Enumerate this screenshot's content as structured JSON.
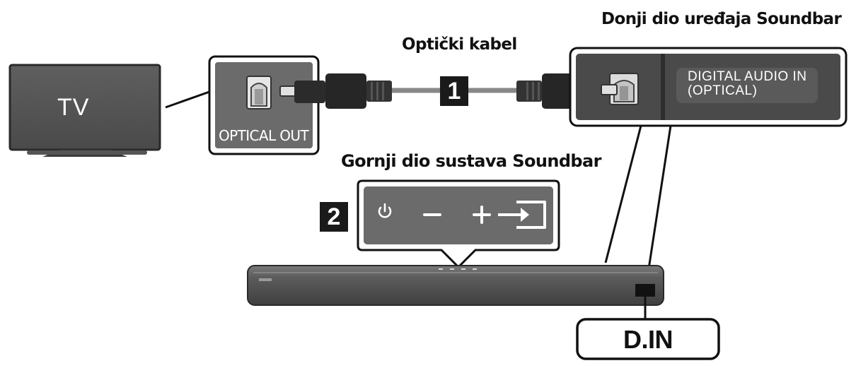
{
  "labels": {
    "tv": "TV",
    "optical_out": "OPTICAL OUT",
    "cable": "Optički kabel",
    "soundbar_bottom": "Donji dio uređaja Soundbar",
    "digital_audio_line1": "DIGITAL AUDIO IN",
    "digital_audio_line2": "(OPTICAL)",
    "soundbar_top": "Gornji dio sustava Soundbar",
    "step1": "1",
    "step2": "2",
    "d_in": "D.IN"
  },
  "icons": [
    "tv-icon",
    "optical-port-icon",
    "optical-plug-icon",
    "power-icon",
    "minus-icon",
    "plus-icon",
    "input-source-icon"
  ],
  "colors": {
    "panel_dark": "#4a4a4a",
    "panel_mid": "#6b6b6b",
    "outline": "#111111",
    "badge": "#1a1a1a"
  }
}
